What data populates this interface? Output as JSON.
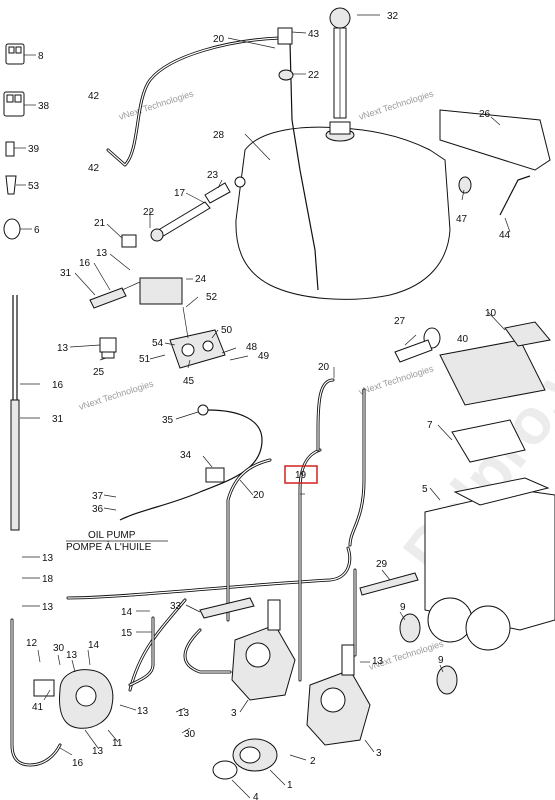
{
  "diagram": {
    "big_watermark": "Pelpro.weline",
    "watermark": [
      "vNext Technologies",
      "vNext Technologies",
      "vNext Technologies",
      "vNext Technologies",
      "vNext Technologies"
    ],
    "oil_pump_label": "OIL PUMP",
    "oil_pump_label_fr": "POMPE À L'HUILE",
    "highlighted_callout": "19",
    "highlight_color": "#d42020",
    "callouts": [
      "32",
      "20",
      "43",
      "22",
      "8",
      "38",
      "39",
      "53",
      "6",
      "42",
      "42",
      "28",
      "26",
      "23",
      "17",
      "22",
      "21",
      "13",
      "16",
      "31",
      "24",
      "52",
      "47",
      "44",
      "10",
      "27",
      "40",
      "54",
      "50",
      "48",
      "49",
      "51",
      "25",
      "45",
      "13",
      "16",
      "31",
      "20",
      "35",
      "34",
      "19",
      "7",
      "20",
      "5",
      "37",
      "36",
      "13",
      "18",
      "13",
      "33",
      "14",
      "15",
      "29",
      "12",
      "30",
      "14",
      "13",
      "41",
      "13",
      "11",
      "16",
      "30",
      "13",
      "13",
      "3",
      "2",
      "3",
      "1",
      "4",
      "9",
      "9"
    ]
  }
}
